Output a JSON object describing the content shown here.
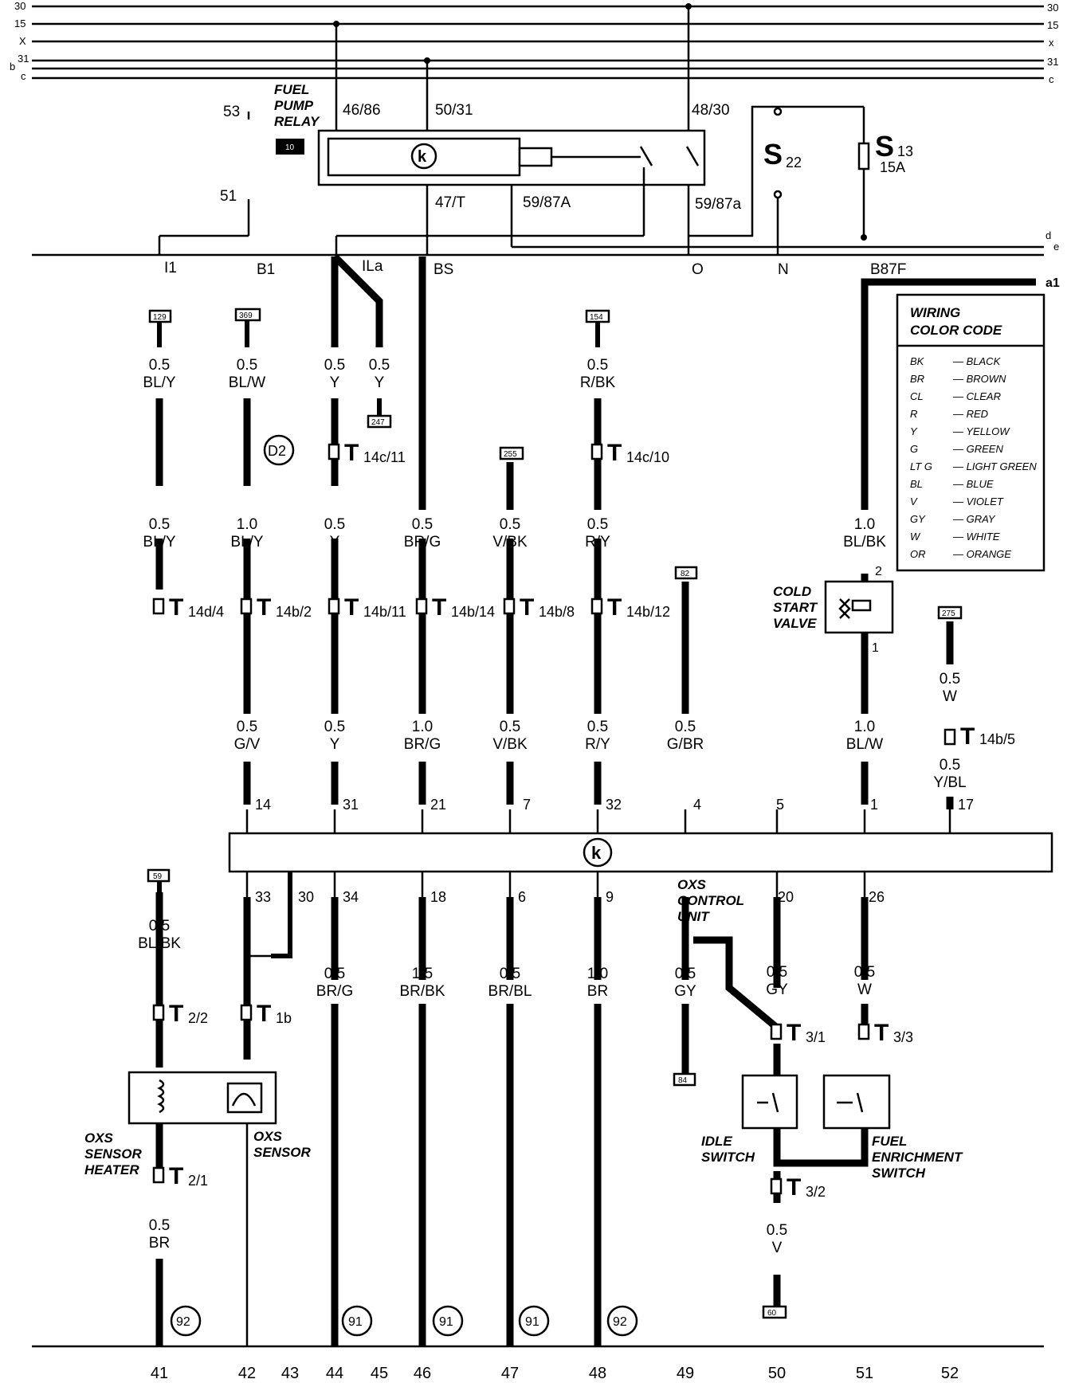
{
  "bus": {
    "lines_left": [
      "30",
      "15",
      "X",
      "31",
      "b",
      "c"
    ],
    "lines_right": [
      "30",
      "15",
      "x",
      "31",
      "c"
    ],
    "line2_right": [
      "d",
      "e"
    ],
    "a1": "a1"
  },
  "relay": {
    "title": [
      "FUEL",
      "PUMP",
      "RELAY"
    ],
    "ref": "10",
    "pins": [
      "53",
      "46/86",
      "50/31",
      "48/30",
      "51",
      "47/T",
      "59/87A",
      "59/87a"
    ]
  },
  "fuses": {
    "s22": {
      "label": "S",
      "sub": "22"
    },
    "s13": {
      "label": "S",
      "sub": "13",
      "rating": "15A"
    }
  },
  "terminals": [
    "I1",
    "B1",
    "ILa",
    "BS",
    "O",
    "N",
    "B87F"
  ],
  "wire_labels": [
    [
      "0.5",
      "BL/Y"
    ],
    [
      "0.5",
      "BL/W"
    ],
    [
      "0.5",
      "Y"
    ],
    [
      "0.5",
      "Y"
    ],
    [
      "0.5",
      "R/BK"
    ],
    [
      "0.5",
      "BL/Y"
    ],
    [
      "1.0",
      "BL/Y"
    ],
    [
      "0.5",
      "Y"
    ],
    [
      "0.5",
      "BR/G"
    ],
    [
      "0.5",
      "V/BK"
    ],
    [
      "0.5",
      "R/Y"
    ],
    [
      "1.0",
      "BL/BK"
    ],
    [
      "0.5",
      "G/V"
    ],
    [
      "0.5",
      "Y"
    ],
    [
      "1.0",
      "BR/G"
    ],
    [
      "0.5",
      "V/BK"
    ],
    [
      "0.5",
      "R/Y"
    ],
    [
      "0.5",
      "G/BR"
    ],
    [
      "1.0",
      "BL/W"
    ],
    [
      "0.5",
      "W"
    ],
    [
      "0.5",
      "Y/BL"
    ],
    [
      "0.5",
      "BL/BK"
    ],
    [
      "0.5",
      "BR/G"
    ],
    [
      "1.5",
      "BR/BK"
    ],
    [
      "0.5",
      "BR/BL"
    ],
    [
      "1.0",
      "BR"
    ],
    [
      "0.5",
      "GY"
    ],
    [
      "0.5",
      "GY"
    ],
    [
      "0.5",
      "W"
    ],
    [
      "0.5",
      "BR"
    ],
    [
      "0.5",
      "V"
    ]
  ],
  "refs": [
    "129",
    "369",
    "154",
    "247",
    "255",
    "82",
    "275",
    "59",
    "84",
    "60"
  ],
  "circle_refs": [
    "D2",
    "92",
    "91",
    "91",
    "91",
    "92"
  ],
  "connectors": [
    {
      "T": "T",
      "sub": "14c/11"
    },
    {
      "T": "T",
      "sub": "14c/10"
    },
    {
      "T": "T",
      "sub": "14d/4"
    },
    {
      "T": "T",
      "sub": "14b/2"
    },
    {
      "T": "T",
      "sub": "14b/11"
    },
    {
      "T": "T",
      "sub": "14b/14"
    },
    {
      "T": "T",
      "sub": "14b/8"
    },
    {
      "T": "T",
      "sub": "14b/12"
    },
    {
      "T": "T",
      "sub": "14b/5"
    },
    {
      "T": "T",
      "sub": "2/2"
    },
    {
      "T": "T",
      "sub": "1b"
    },
    {
      "T": "T",
      "sub": "3/1"
    },
    {
      "T": "T",
      "sub": "3/3"
    },
    {
      "T": "T",
      "sub": "2/1"
    },
    {
      "T": "T",
      "sub": "3/2"
    }
  ],
  "ecu_pins_top": [
    "14",
    "31",
    "21",
    "7",
    "32",
    "4",
    "5",
    "1",
    "17"
  ],
  "ecu_pins_bottom": [
    "33",
    "30",
    "34",
    "18",
    "6",
    "9",
    "20",
    "26"
  ],
  "components": {
    "cold_start": [
      "COLD",
      "START",
      "VALVE"
    ],
    "cold_pins": [
      "2",
      "1"
    ],
    "oxs_control": [
      "OXS",
      "CONTROL",
      "UNIT"
    ],
    "oxs_heater": [
      "OXS",
      "SENSOR",
      "HEATER"
    ],
    "oxs_sensor": [
      "OXS",
      "SENSOR"
    ],
    "idle": [
      "IDLE",
      "SWITCH"
    ],
    "fuel_enrich": [
      "FUEL",
      "ENRICHMENT",
      "SWITCH"
    ]
  },
  "legend": {
    "title": [
      "WIRING",
      "COLOR CODE"
    ],
    "items": [
      [
        "BK",
        "— BLACK"
      ],
      [
        "BR",
        "— BROWN"
      ],
      [
        "CL",
        "— CLEAR"
      ],
      [
        "R",
        "— RED"
      ],
      [
        "Y",
        "— YELLOW"
      ],
      [
        "G",
        "— GREEN"
      ],
      [
        "LT G",
        "— LIGHT GREEN"
      ],
      [
        "BL",
        "— BLUE"
      ],
      [
        "V",
        "— VIOLET"
      ],
      [
        "GY",
        "— GRAY"
      ],
      [
        "W",
        "— WHITE"
      ],
      [
        "OR",
        "— ORANGE"
      ]
    ]
  },
  "bottom_numbers": [
    "41",
    "42",
    "43",
    "44",
    "45",
    "46",
    "47",
    "48",
    "49",
    "50",
    "51",
    "52"
  ]
}
